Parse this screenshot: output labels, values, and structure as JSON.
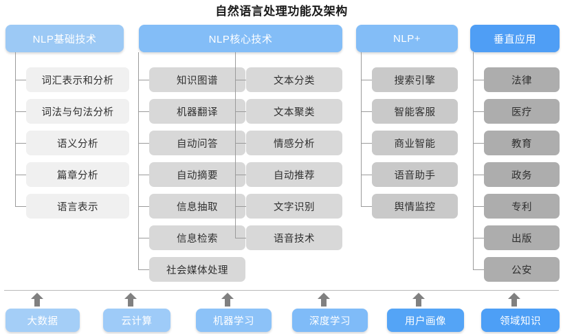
{
  "title": "自然语言处理功能及架构",
  "watermark": "",
  "palette": {
    "header_light": "#9cc9f5",
    "header_mid": "#83bdf7",
    "header_dark": "#4f9ef5",
    "item_l1": "#f0f0f0",
    "item_l2": "#d8d8d8",
    "item_l3": "#c9c9c9",
    "item_l4": "#adadad",
    "line": "#9a9a9a",
    "arrow": "#808080"
  },
  "columns": [
    {
      "id": "nlp-basic",
      "header": "NLP基础技术",
      "header_color": "#9cc9f5",
      "item_color": "#f0f0f0",
      "groups": [
        {
          "items": [
            "词汇表示和分析",
            "词法与句法分析",
            "语义分析",
            "篇章分析",
            "语言表示"
          ]
        }
      ]
    },
    {
      "id": "nlp-core",
      "header": "NLP核心技术",
      "header_color": "#83bdf7",
      "item_color": "#d8d8d8",
      "groups": [
        {
          "items": [
            "知识图谱",
            "机器翻译",
            "自动问答",
            "自动摘要",
            "信息抽取",
            "信息检索",
            "社会媒体处理"
          ]
        },
        {
          "items": [
            "文本分类",
            "文本聚类",
            "情感分析",
            "自动推荐",
            "文字识别",
            "语音技术"
          ]
        }
      ]
    },
    {
      "id": "nlp-plus",
      "header": "NLP+",
      "header_color": "#83bdf7",
      "item_color": "#c9c9c9",
      "groups": [
        {
          "items": [
            "搜索引擎",
            "智能客服",
            "商业智能",
            "语音助手",
            "舆情监控"
          ]
        }
      ]
    },
    {
      "id": "vertical-app",
      "header": "垂直应用",
      "header_color": "#4f9ef5",
      "item_color": "#adadad",
      "groups": [
        {
          "items": [
            "法律",
            "医疗",
            "教育",
            "政务",
            "专利",
            "出版",
            "公安"
          ]
        }
      ]
    }
  ],
  "foundations": [
    {
      "label": "大数据",
      "color": "#a4cef7"
    },
    {
      "label": "云计算",
      "color": "#9ecbf8"
    },
    {
      "label": "机器学习",
      "color": "#8cc2f8"
    },
    {
      "label": "深度学习",
      "color": "#7fbbf8"
    },
    {
      "label": "用户画像",
      "color": "#54a4f6"
    },
    {
      "label": "领域知识",
      "color": "#4d9ff6"
    }
  ]
}
